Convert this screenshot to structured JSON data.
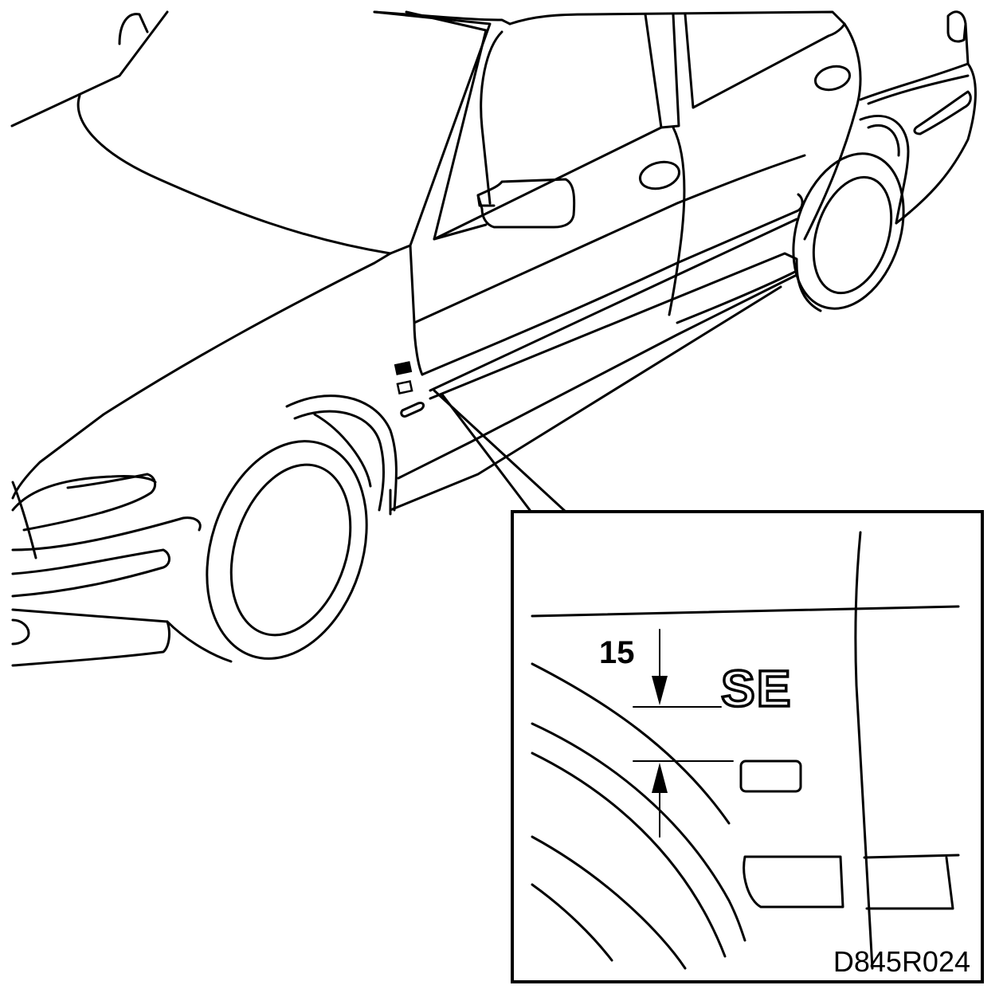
{
  "detail": {
    "dimension_value": "15",
    "badge_text": "SE"
  },
  "figure_reference": "D845R024"
}
